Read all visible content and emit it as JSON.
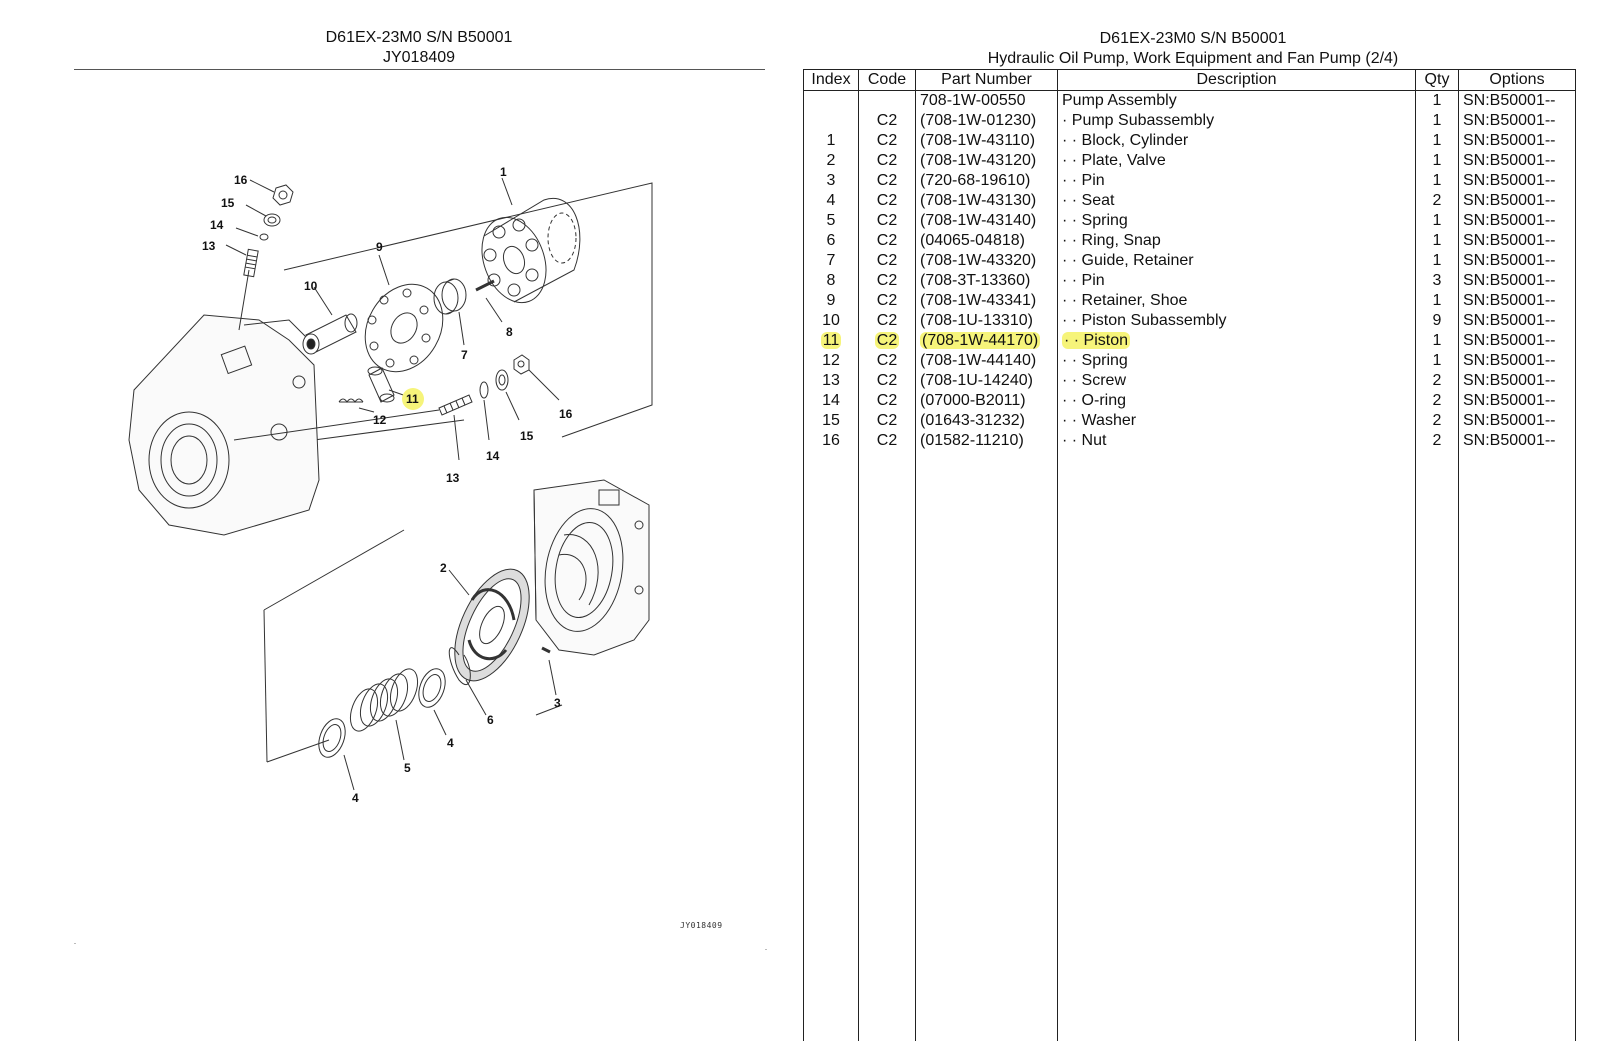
{
  "left_header": {
    "line1": "D61EX-23M0 S/N B50001",
    "line2": "JY018409"
  },
  "right_header": {
    "line1": "D61EX-23M0 S/N B50001",
    "line2": "Hydraulic Oil Pump, Work Equipment and Fan Pump (2/4)"
  },
  "drawing_id": "JY018409",
  "callouts": [
    "16",
    "15",
    "14",
    "13",
    "10",
    "9",
    "1",
    "8",
    "7",
    "11",
    "12",
    "16",
    "15",
    "14",
    "13",
    "2",
    "3",
    "6",
    "4",
    "5",
    "4"
  ],
  "table": {
    "columns": [
      "Index",
      "Code",
      "Part Number",
      "Description",
      "Qty",
      "Options"
    ],
    "rows": [
      {
        "index": "",
        "code": "",
        "part": "708-1W-00550",
        "desc": "Pump Assembly",
        "qty": "1",
        "options": "SN:B50001--"
      },
      {
        "index": "",
        "code": "C2",
        "part": "(708-1W-01230)",
        "desc": "· Pump Subassembly",
        "qty": "1",
        "options": "SN:B50001--"
      },
      {
        "index": "1",
        "code": "C2",
        "part": "(708-1W-43110)",
        "desc": "· · Block, Cylinder",
        "qty": "1",
        "options": "SN:B50001--"
      },
      {
        "index": "2",
        "code": "C2",
        "part": "(708-1W-43120)",
        "desc": "· · Plate, Valve",
        "qty": "1",
        "options": "SN:B50001--"
      },
      {
        "index": "3",
        "code": "C2",
        "part": "(720-68-19610)",
        "desc": "· · Pin",
        "qty": "1",
        "options": "SN:B50001--"
      },
      {
        "index": "4",
        "code": "C2",
        "part": "(708-1W-43130)",
        "desc": "· · Seat",
        "qty": "2",
        "options": "SN:B50001--"
      },
      {
        "index": "5",
        "code": "C2",
        "part": "(708-1W-43140)",
        "desc": "· · Spring",
        "qty": "1",
        "options": "SN:B50001--"
      },
      {
        "index": "6",
        "code": "C2",
        "part": "(04065-04818)",
        "desc": "· · Ring, Snap",
        "qty": "1",
        "options": "SN:B50001--"
      },
      {
        "index": "7",
        "code": "C2",
        "part": "(708-1W-43320)",
        "desc": "· · Guide, Retainer",
        "qty": "1",
        "options": "SN:B50001--"
      },
      {
        "index": "8",
        "code": "C2",
        "part": "(708-3T-13360)",
        "desc": "· · Pin",
        "qty": "3",
        "options": "SN:B50001--"
      },
      {
        "index": "9",
        "code": "C2",
        "part": "(708-1W-43341)",
        "desc": "· · Retainer, Shoe",
        "qty": "1",
        "options": "SN:B50001--"
      },
      {
        "index": "10",
        "code": "C2",
        "part": "(708-1U-13310)",
        "desc": "· · Piston Subassembly",
        "qty": "9",
        "options": "SN:B50001--"
      },
      {
        "index": "11",
        "code": "C2",
        "part": "(708-1W-44170)",
        "desc": "· · Piston",
        "qty": "1",
        "options": "SN:B50001--",
        "highlight": true
      },
      {
        "index": "12",
        "code": "C2",
        "part": "(708-1W-44140)",
        "desc": "· · Spring",
        "qty": "1",
        "options": "SN:B50001--"
      },
      {
        "index": "13",
        "code": "C2",
        "part": "(708-1U-14240)",
        "desc": "· · Screw",
        "qty": "2",
        "options": "SN:B50001--"
      },
      {
        "index": "14",
        "code": "C2",
        "part": "(07000-B2011)",
        "desc": "· · O-ring",
        "qty": "2",
        "options": "SN:B50001--"
      },
      {
        "index": "15",
        "code": "C2",
        "part": "(01643-31232)",
        "desc": "· · Washer",
        "qty": "2",
        "options": "SN:B50001--"
      },
      {
        "index": "16",
        "code": "C2",
        "part": "(01582-11210)",
        "desc": "· · Nut",
        "qty": "2",
        "options": "SN:B50001--"
      }
    ]
  },
  "highlight_color": "#f6f47a"
}
